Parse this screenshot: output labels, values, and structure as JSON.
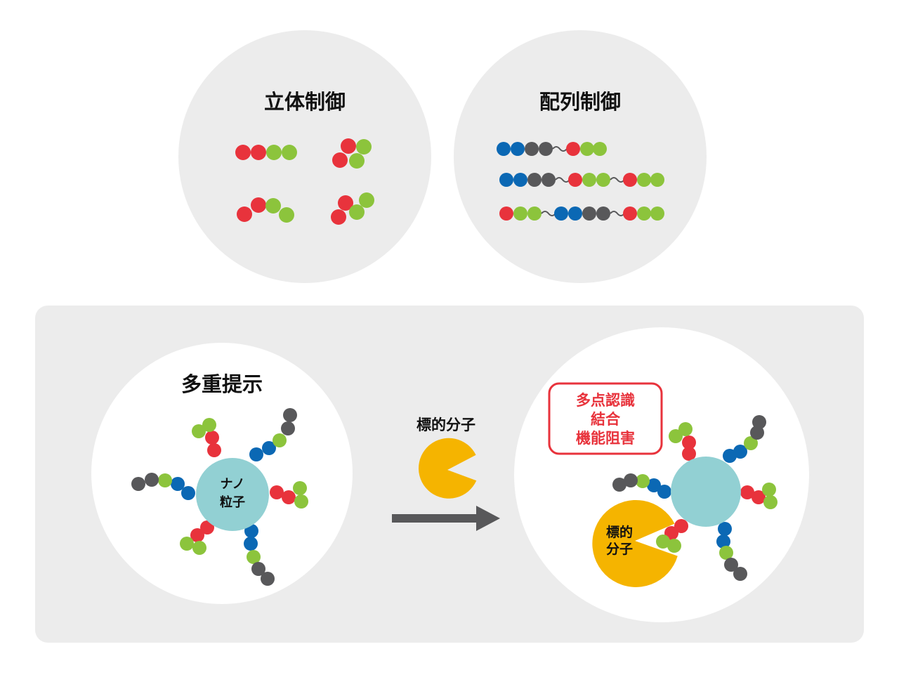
{
  "colors": {
    "red": "#e8333c",
    "green": "#8cc43c",
    "blue": "#0b68b4",
    "gray": "#58585a",
    "teal": "#92d0d3",
    "orange": "#f5b400",
    "circle_bg": "#ececec",
    "panel_bg": "#ececec",
    "arrow": "#58585a",
    "text": "#111111",
    "highlight": "#e8333c"
  },
  "top": {
    "stereo_title": "立体制御",
    "sequence_title": "配列制御"
  },
  "bottom": {
    "multivalent_title": "多重提示",
    "nanoparticle_label_line1": "ナノ",
    "nanoparticle_label_line2": "粒子",
    "target_label": "標的分子",
    "target_label_line1": "標的",
    "target_label_line2": "分子",
    "callout_line1": "多点認識",
    "callout_line2": "結合",
    "callout_line3": "機能阻害"
  },
  "icons": {
    "target_molecule": "pacman-shape-icon",
    "arrow": "right-arrow-icon"
  }
}
